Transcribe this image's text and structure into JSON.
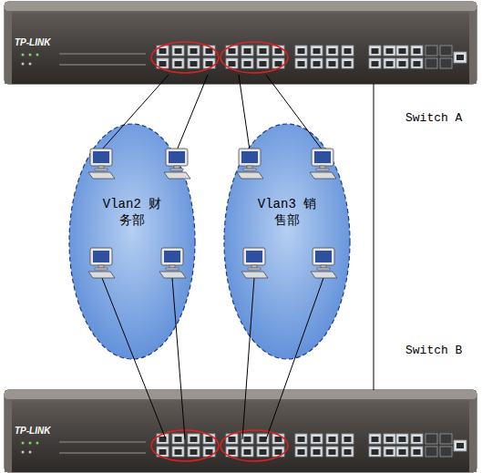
{
  "diagram": {
    "nodes": [
      {
        "text": [
          "TP-LINK",
          "Switch A"
        ]
      },
      {
        "text": [
          "Vlan2 财务部"
        ]
      },
      {
        "text": [
          "Vlan3 销售部"
        ]
      },
      {
        "text": [
          "TP-LINK",
          "Switch B"
        ]
      }
    ],
    "edges": [
      {
        "from": 0,
        "to": 3,
        "arrow": "none"
      }
    ]
  }
}
